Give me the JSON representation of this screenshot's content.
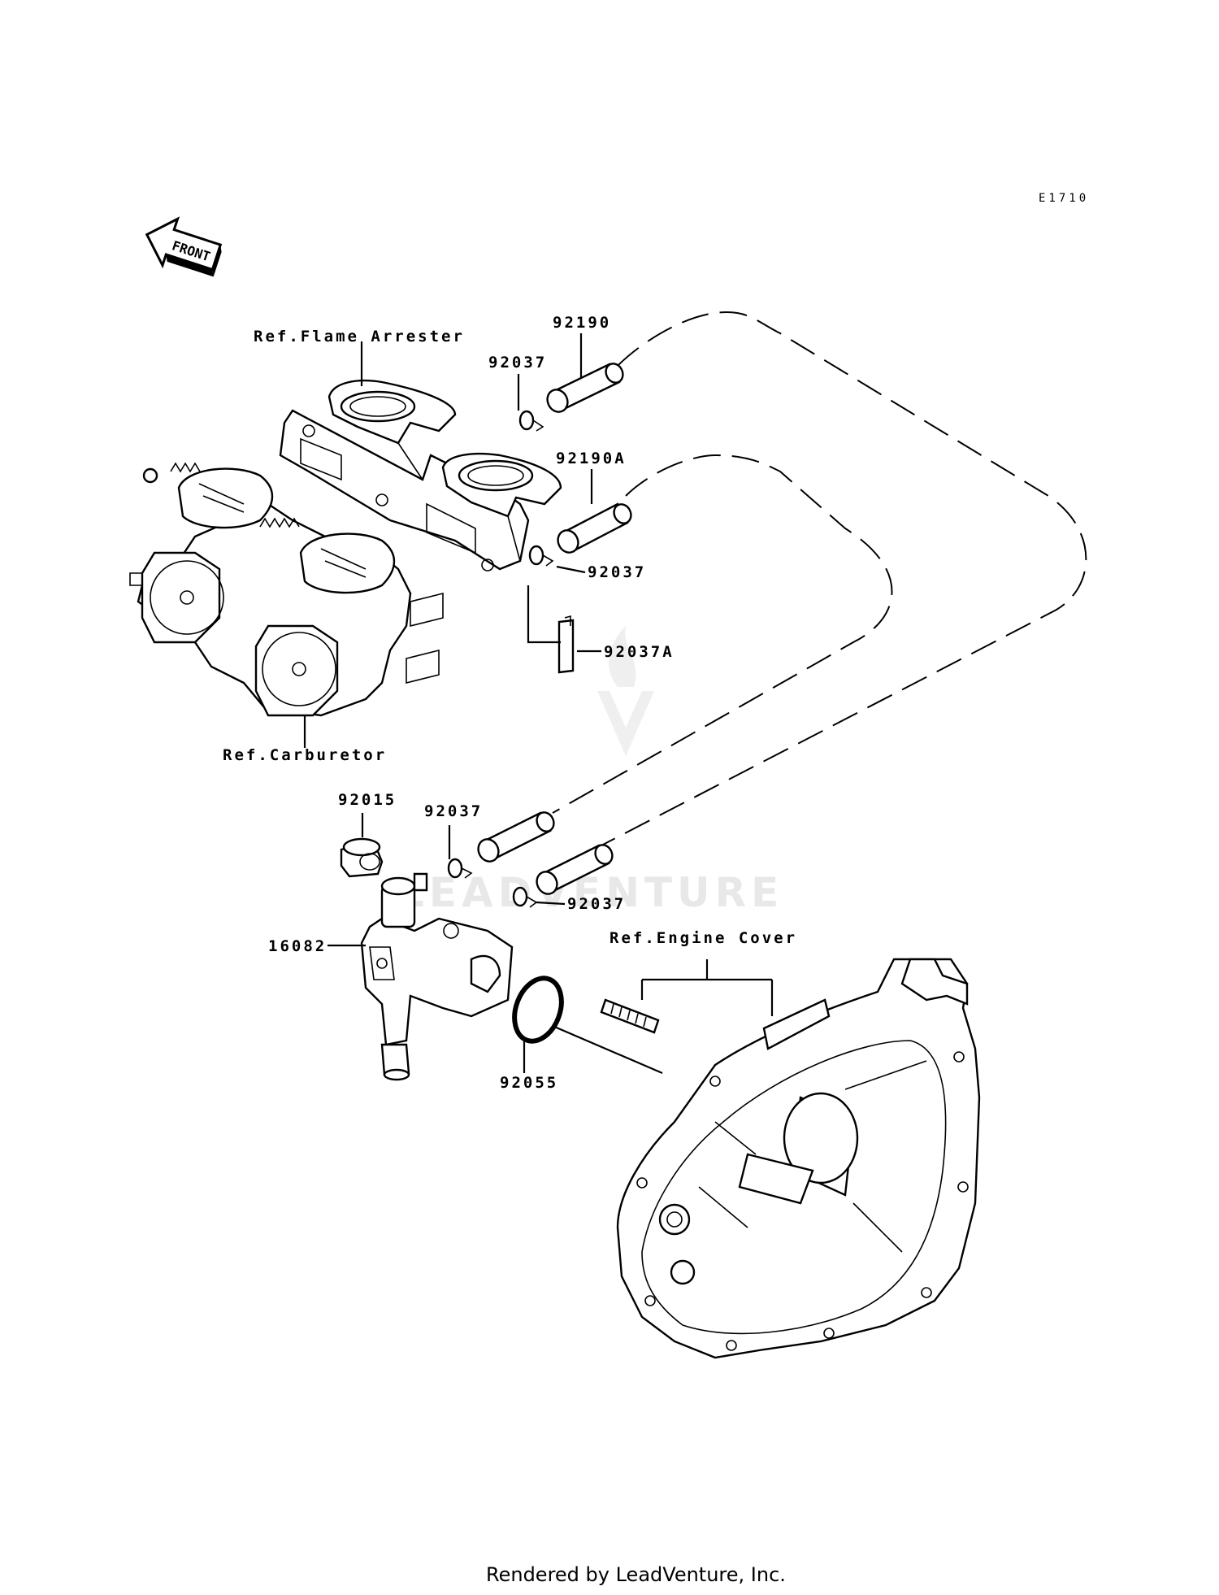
{
  "diagram_code": "E1710",
  "front_label": "FRONT",
  "watermark": "LEADVENTURE",
  "footer": "Rendered by LeadVenture, Inc.",
  "labels": {
    "ref_flame_arrester": "Ref.Flame Arrester",
    "ref_carburetor": "Ref.Carburetor",
    "ref_engine_cover": "Ref.Engine Cover",
    "p92190": "92190",
    "p92190A": "92190A",
    "p92037_top": "92037",
    "p92037_mid": "92037",
    "p92037A": "92037A",
    "p92015": "92015",
    "p92037_lower1": "92037",
    "p92037_lower2": "92037",
    "p16082": "16082",
    "p92055": "92055"
  }
}
